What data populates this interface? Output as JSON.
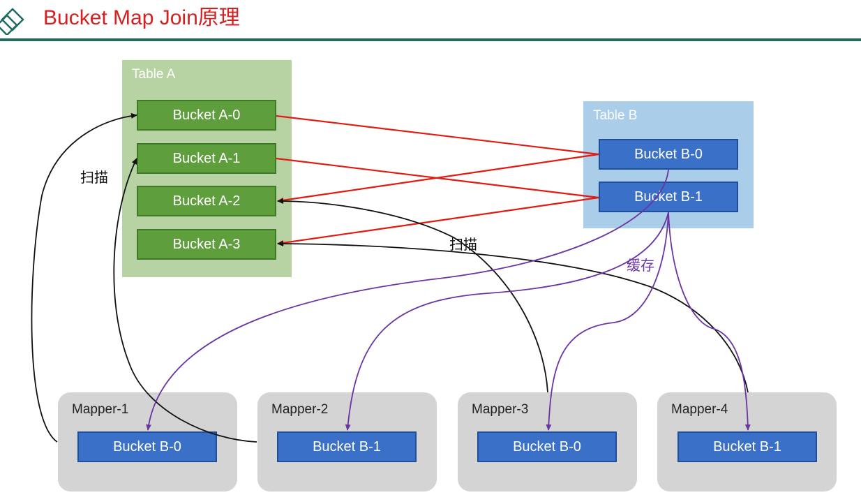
{
  "header": {
    "title": "Bucket Map Join原理",
    "accent_color": "#d42020",
    "rule_color": "#1f6b62"
  },
  "table_a": {
    "label": "Table A",
    "buckets": [
      "Bucket A-0",
      "Bucket A-1",
      "Bucket A-2",
      "Bucket A-3"
    ]
  },
  "table_b": {
    "label": "Table B",
    "buckets": [
      "Bucket B-0",
      "Bucket B-1"
    ]
  },
  "mappers": [
    {
      "label": "Mapper-1",
      "bucket": "Bucket B-0"
    },
    {
      "label": "Mapper-2",
      "bucket": "Bucket B-1"
    },
    {
      "label": "Mapper-3",
      "bucket": "Bucket B-0"
    },
    {
      "label": "Mapper-4",
      "bucket": "Bucket B-1"
    }
  ],
  "annotations": {
    "scan_left": "扫描",
    "scan_middle": "扫描",
    "cache": "缓存"
  },
  "colors": {
    "join_line": "#e21b12",
    "scan_line": "#111111",
    "cache_line": "#6a35a0"
  }
}
